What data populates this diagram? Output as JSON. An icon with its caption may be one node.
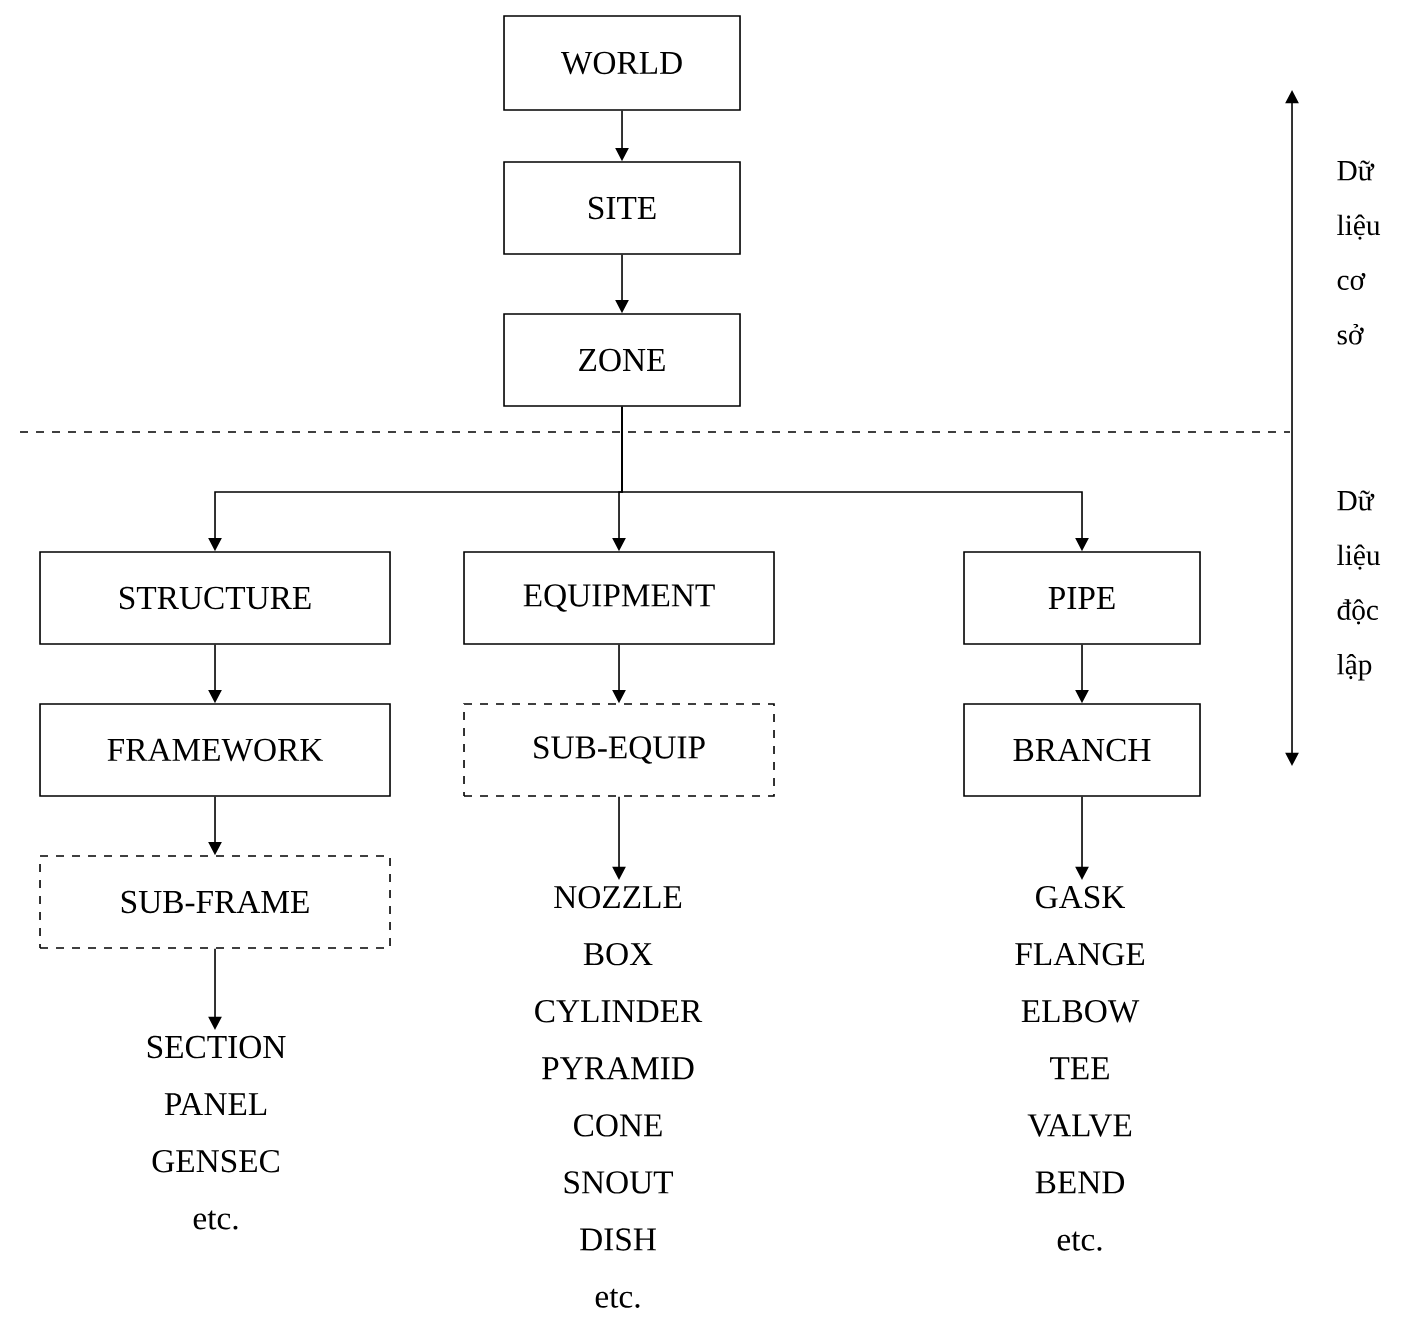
{
  "diagram": {
    "nodes": [
      {
        "text": [
          "WORLD"
        ]
      },
      {
        "text": [
          "SITE"
        ]
      },
      {
        "text": [
          "ZONE"
        ]
      },
      {
        "text": [
          "STRUCTURE"
        ]
      },
      {
        "text": [
          "EQUIPMENT"
        ]
      },
      {
        "text": [
          "PIPE"
        ]
      },
      {
        "text": [
          "FRAMEWORK"
        ]
      },
      {
        "text": [
          "SUB-EQUIP"
        ]
      },
      {
        "text": [
          "BRANCH"
        ]
      },
      {
        "text": [
          "SUB-FRAME"
        ]
      },
      {
        "text": [
          "NOZZLE",
          "BOX",
          "CYLINDER",
          "PYRAMID",
          "CONE",
          "SNOUT",
          "DISH",
          "etc."
        ]
      },
      {
        "text": [
          "GASK",
          "FLANGE",
          "ELBOW",
          "TEE",
          "VALVE",
          "BEND",
          "etc."
        ]
      },
      {
        "text": [
          "SECTION",
          "PANEL",
          "GENSEC",
          "etc."
        ]
      }
    ],
    "edges": [
      {
        "from": 0,
        "to": 1,
        "arrow": "to"
      },
      {
        "from": 1,
        "to": 2,
        "arrow": "to"
      },
      {
        "from": 2,
        "to": 3,
        "arrow": "to"
      },
      {
        "from": 2,
        "to": 4,
        "arrow": "to"
      },
      {
        "from": 2,
        "to": 5,
        "arrow": "to"
      },
      {
        "from": 3,
        "to": 6,
        "arrow": "to"
      },
      {
        "from": 4,
        "to": 7,
        "arrow": "to"
      },
      {
        "from": 5,
        "to": 8,
        "arrow": "to"
      },
      {
        "from": 6,
        "to": 9,
        "arrow": "to"
      },
      {
        "from": 7,
        "to": 10,
        "arrow": "to"
      },
      {
        "from": 8,
        "to": 11,
        "arrow": "to"
      },
      {
        "from": 9,
        "to": 12,
        "arrow": "to"
      }
    ],
    "labels": [
      "Dữ liệu cơ sở",
      "Dữ liệu độc lập"
    ]
  }
}
